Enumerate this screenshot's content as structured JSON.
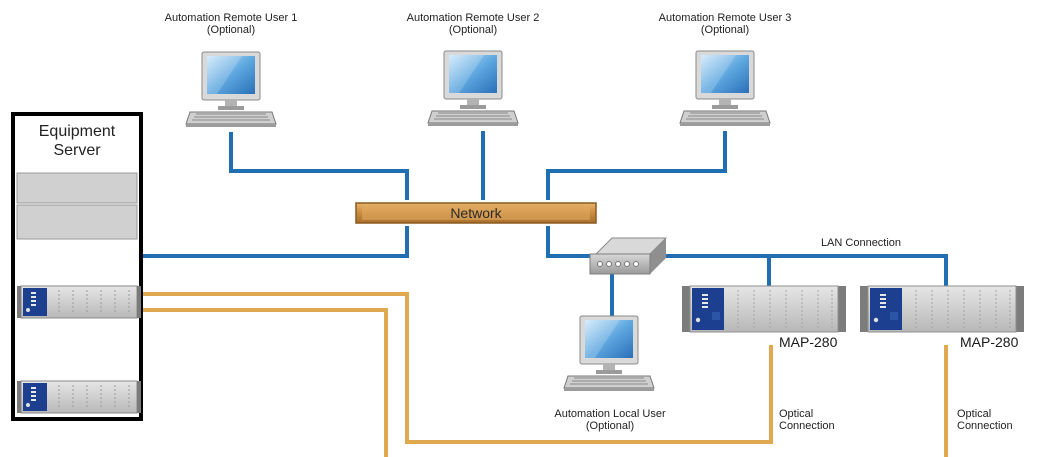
{
  "server": {
    "title_line1": "Equipment",
    "title_line2": "Server"
  },
  "network": {
    "label": "Network"
  },
  "users": [
    {
      "name": "Automation Remote User 1",
      "note": "(Optional)"
    },
    {
      "name": "Automation Remote User 2",
      "note": "(Optional)"
    },
    {
      "name": "Automation Remote User 3",
      "note": "(Optional)"
    }
  ],
  "local_user": {
    "name": "Automation Local User",
    "note": "(Optional)"
  },
  "lan_label": "LAN Connection",
  "devices": [
    {
      "model": "MAP-280",
      "connection_line1": "Optical",
      "connection_line2": "Connection"
    },
    {
      "model": "MAP-280",
      "connection_line1": "Optical",
      "connection_line2": "Connection"
    }
  ],
  "colors": {
    "lan": "#1f6fb2",
    "optical": "#e0a94f",
    "network_bar": "#c98e44",
    "rack_border": "#000000",
    "device_blue": "#1d3f8f"
  },
  "icons": [
    "desktop-computer-icon",
    "network-switch-icon",
    "rack-server-icon",
    "map-280-chassis-icon"
  ]
}
